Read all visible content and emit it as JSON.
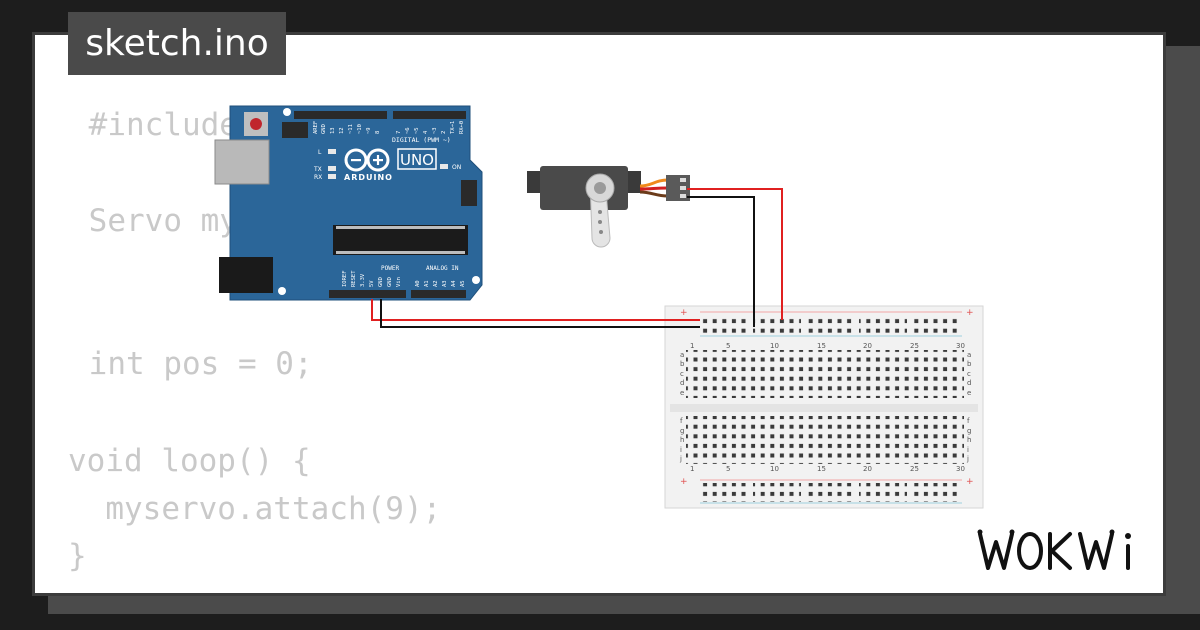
{
  "project": {
    "filename": "sketch.ino"
  },
  "code_lines": [
    " #include",
    " Servo my",
    " int pos = 0;",
    "void loop() {",
    "  myservo.attach(9);",
    "}"
  ],
  "arduino": {
    "model_label": "UNO",
    "brand_label": "ARDUINO",
    "digital_header": "DIGITAL (PWM ~)",
    "power_header": "POWER",
    "analog_header": "ANALOG IN",
    "on_label": "ON",
    "l_label": "L",
    "tx_label": "TX",
    "rx_label": "RX",
    "aref_label": "AREF",
    "gnd_label": "GND",
    "digital_pins": [
      "13",
      "12",
      "~11",
      "~10",
      "~9",
      "8",
      "7",
      "~6",
      "~5",
      "4",
      "~3",
      "2",
      "TX→1",
      "RX←0"
    ],
    "power_pins": [
      "IOREF",
      "RESET",
      "3.3V",
      "5V",
      "GND",
      "GND",
      "Vin"
    ],
    "analog_pins": [
      "A0",
      "A1",
      "A2",
      "A3",
      "A4",
      "A5"
    ],
    "board_color": "#2b6699"
  },
  "breadboard": {
    "column_numbers": [
      "1",
      "5",
      "10",
      "15",
      "20",
      "25",
      "30"
    ],
    "row_letters_top": [
      "a",
      "b",
      "c",
      "d",
      "e"
    ],
    "row_letters_bottom": [
      "f",
      "g",
      "h",
      "i",
      "j"
    ],
    "plus_label": "+",
    "minus_label": "-"
  },
  "wires": {
    "power_color": "#e02020",
    "ground_color": "#111111"
  },
  "brand": {
    "logo_text": "WOKWi"
  }
}
